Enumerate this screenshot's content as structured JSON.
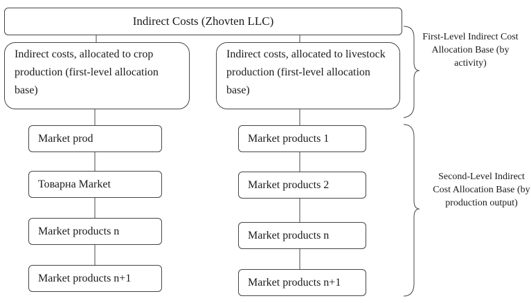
{
  "top_box": {
    "label": "Indirect Costs (Zhovten LLC)"
  },
  "first_level": {
    "crop": "Indirect costs, allocated to crop production (first-level allocation base)",
    "livestock": "Indirect costs, allocated to livestock production (first-level allocation base)"
  },
  "left_products": [
    "Market prod",
    "Товарна Market",
    "Market products n",
    "Market products n+1"
  ],
  "right_products": [
    "Market products 1",
    "Market products 2",
    "Market products n",
    "Market products n+1"
  ],
  "brace_labels": {
    "first": "First-Level Indirect Cost Allocation Base (by activity)",
    "second": "Second-Level Indirect Cost Allocation Base (by production output)"
  }
}
